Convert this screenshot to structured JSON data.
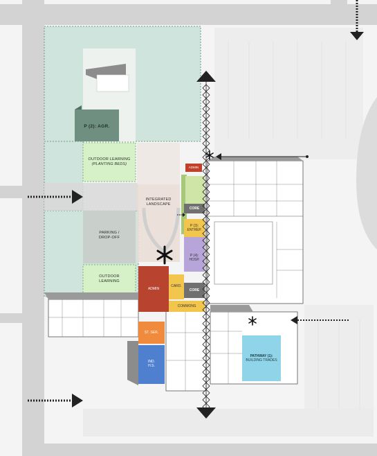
{
  "plan": {
    "zones": {
      "p2_agr": "P (2): AGR.",
      "outdoor_learning_1": "OUTDOOR LEARNING",
      "outdoor_learning_1_sub": "(PLANTING BEDS)",
      "integrated_landscape_1": "INTEGRATED",
      "integrated_landscape_2": "LANDSCAPE",
      "parking_1": "PARKING /",
      "parking_2": "DROP-OFF",
      "outdoor_learning_2a": "OUTDOOR",
      "outdoor_learning_2b": "LEARNING",
      "admin_top": "ADMIN",
      "core_1": "CORE",
      "p3_entrep_1": "P (3):",
      "p3_entrep_2": "ENTREP.",
      "p4_hosp_1": "P (4):",
      "p4_hosp_2": "HOSP.",
      "core_2": "CORE",
      "admin_main": "ADMIN",
      "card": "CARD.",
      "commons": "COMMONS",
      "st_ser": "ST. SER.",
      "ind_hs_1": "IND.",
      "ind_hs_2": "H.S.",
      "pathway_1": "PATHWAY (1):",
      "pathway_2": "BUILDING TRADES"
    },
    "colors": {
      "outdoor_zone": "#cfe4dc",
      "planting_beds": "#d6f0c8",
      "agr_block": "#6f8f80",
      "admin": "#b8432e",
      "admin_top": "#c0402c",
      "core": "#707070",
      "entrep": "#f2c54d",
      "hosp": "#b7a4d8",
      "card_commons": "#f2c54d",
      "st_ser": "#f08a3c",
      "ind_hs": "#4f7fcf",
      "pathway": "#8fd4e8",
      "light_green": "#cfe5a8",
      "road": "#d4d4d4",
      "building": "#ffffff"
    }
  }
}
